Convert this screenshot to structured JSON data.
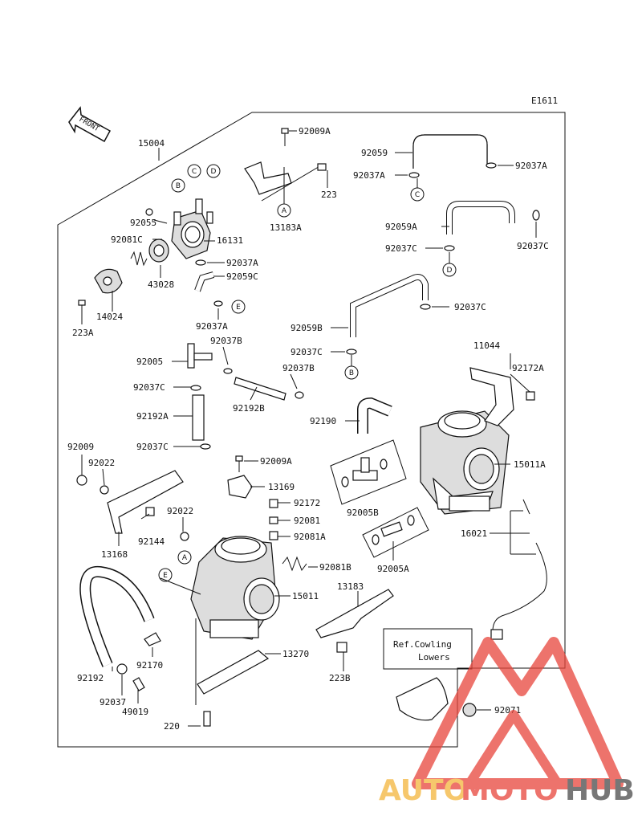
{
  "diagram_code": "E1611",
  "front_label": "FRONT",
  "ref_note_line1": "Ref.Cowling",
  "ref_note_line2": "Lowers",
  "watermark": {
    "part1": "AUTO",
    "part2": "MOTO",
    "part3": "HUB",
    "color1": "#f3b53c",
    "color2": "#e8453c",
    "color3": "#4a4a4a"
  },
  "labels": {
    "p15004": "15004",
    "p92009A_top": "92009A",
    "p92059_top": "92059",
    "p92037A_r1": "92037A",
    "p92037A_r2": "92037A",
    "p223": "223",
    "p13183A": "13183A",
    "p92055": "92055",
    "p92081C": "92081C",
    "p16131": "16131",
    "p92037A_mid": "92037A",
    "p92059C": "92059C",
    "p43028": "43028",
    "p14024": "14024",
    "p223A": "223A",
    "p92037A_low": "92037A",
    "p92059A": "92059A",
    "p92037C_r1": "92037C",
    "p92037C_r2": "92037C",
    "p92037C_r3": "92037C",
    "p92059B": "92059B",
    "p92037C_mid": "92037C",
    "p11044": "11044",
    "p92172A": "92172A",
    "p92005": "92005",
    "p92037B_1": "92037B",
    "p92037B_2": "92037B",
    "p92037C_l1": "92037C",
    "p92192B": "92192B",
    "p92192A": "92192A",
    "p92190": "92190",
    "p15011A": "15011A",
    "p92037C_l2": "92037C",
    "p92009A_mid": "92009A",
    "p92009": "92009",
    "p92022_1": "92022",
    "p13169": "13169",
    "p92172": "92172",
    "p92081": "92081",
    "p92022_2": "92022",
    "p92005B": "92005B",
    "p92081A": "92081A",
    "p92144": "92144",
    "p13168": "13168",
    "p16021": "16021",
    "p92081B": "92081B",
    "p92005A": "92005A",
    "p15011": "15011",
    "p13183": "13183",
    "p92192": "92192",
    "p92170": "92170",
    "p13270": "13270",
    "p223B": "223B",
    "p92037": "92037",
    "p49019": "49019",
    "p220": "220",
    "p92071": "92071"
  },
  "callouts": {
    "A1": "A",
    "A2": "A",
    "B1": "B",
    "B2": "B",
    "C1": "C",
    "C2": "C",
    "D1": "D",
    "D2": "D",
    "E1": "E",
    "E2": "E"
  }
}
